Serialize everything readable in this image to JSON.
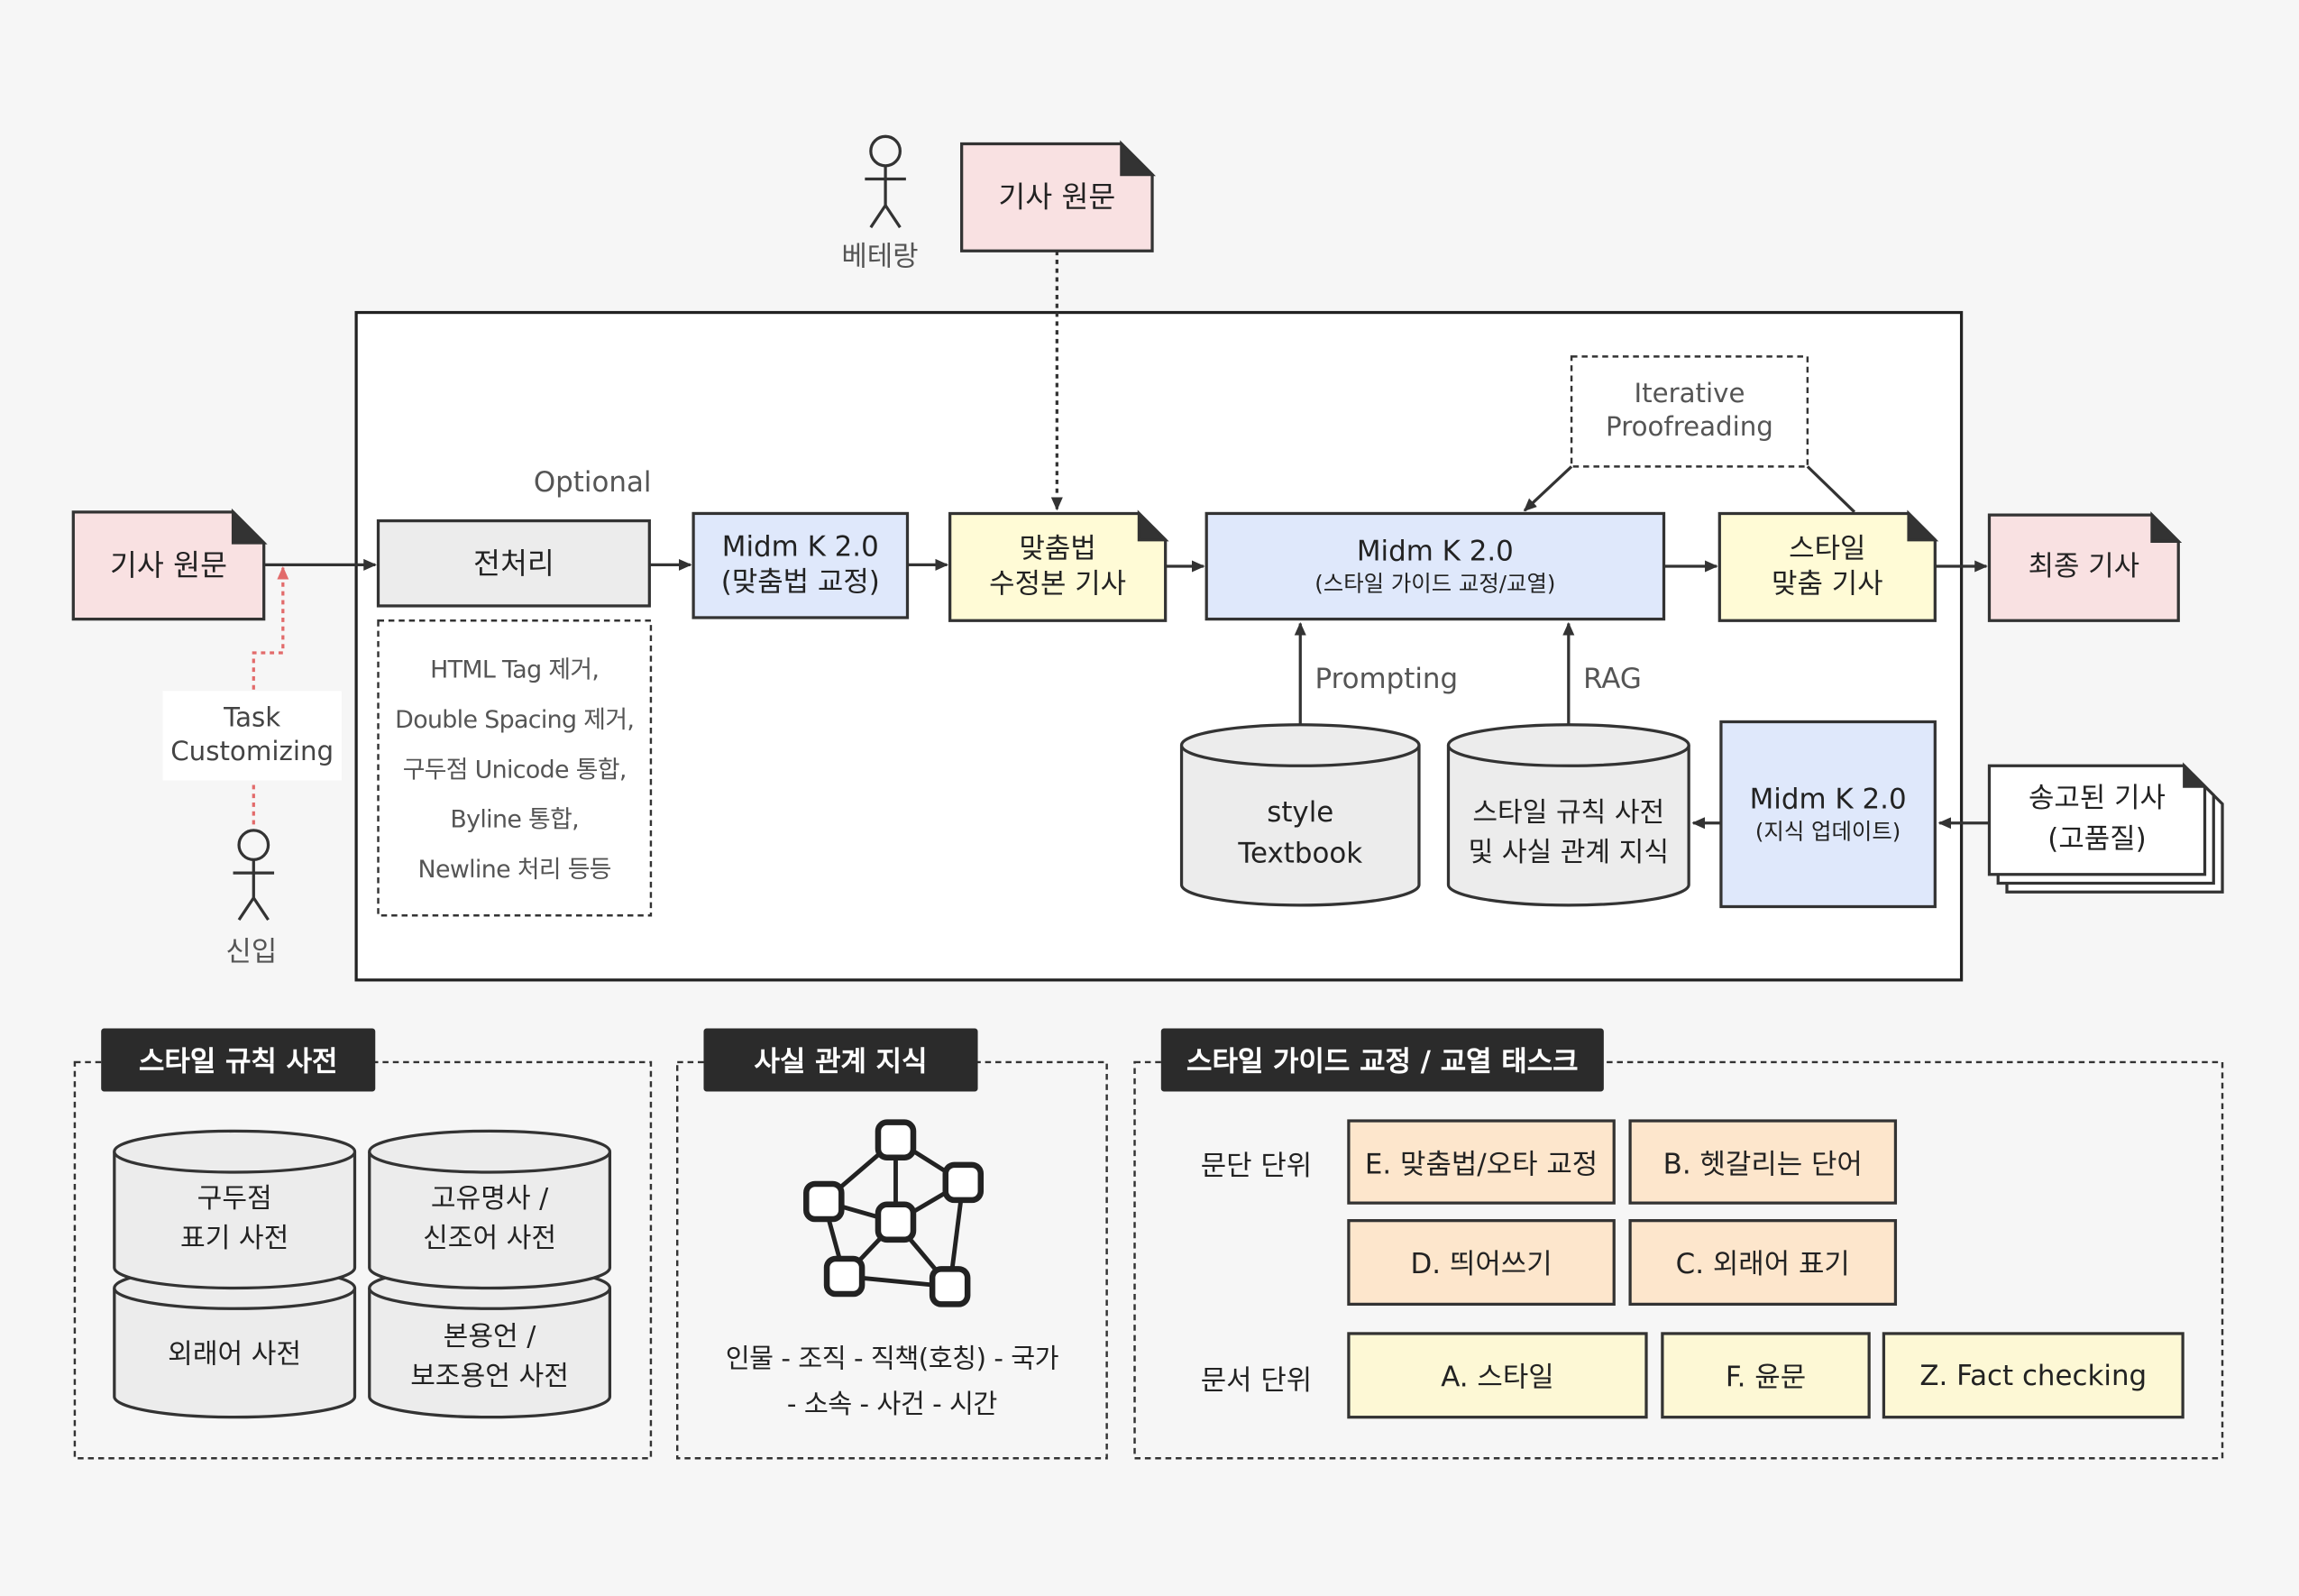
{
  "colors": {
    "pink": "#f9e1e2",
    "yellow": "#fffbd6",
    "blue": "#dfe8fb",
    "orange": "#fde6cc",
    "cream": "#fdf8d5",
    "gray": "#ececec",
    "tag": "#2b2b2b",
    "red_dashed": "#e26b6b"
  },
  "top": {
    "actor_top": "베테랑",
    "doc_top": "기사 원문",
    "input_doc": "기사 원문",
    "actor_left": "신입",
    "task_customizing": "Task\nCustomizing",
    "optional": "Optional",
    "preprocess": "전처리",
    "preprocess_steps": "HTML Tag 제거,\nDouble Spacing 제거,\n구두점 Unicode 통합,\nByline 통합,\nNewline 처리 등등",
    "midm_spell_title": "Midm K 2.0",
    "midm_spell_sub": "(맞춤법 교정)",
    "spell_doc": "맞춤법\n수정본 기사",
    "midm_style_title": "Midm K 2.0",
    "midm_style_sub": "(스타일 가이드 교정/교열)",
    "iterative": "Iterative\nProofreading",
    "style_doc": "스타일\n맞춤 기사",
    "final_doc": "최종 기사",
    "prompting": "Prompting",
    "rag": "RAG",
    "db_textbook": "style\nTextbook",
    "db_knowledge": "스타일 규칙 사전\n및 사실 관계 지식",
    "midm_know_title": "Midm K 2.0",
    "midm_know_sub": "(지식 업데이트)",
    "sent_docs": "송고된 기사\n(고품질)"
  },
  "bottom": {
    "dict_tag": "스타일 규칙 사전",
    "dict_items": [
      "구두점\n표기 사전",
      "고유명사 /\n신조어 사전",
      "외래어 사전",
      "본용언 /\n보조용언 사전"
    ],
    "fact_tag": "사실 관계 지식",
    "fact_caption": "인물 - 조직 - 직책(호칭) - 국가\n- 소속 - 사건 - 시간",
    "task_tag": "스타일 가이드 교정 / 교열 태스크",
    "row_para": "문단 단위",
    "row_doc": "문서 단위",
    "para_chips": [
      "E. 맞춤법/오타 교정",
      "B. 헷갈리는 단어",
      "D. 띄어쓰기",
      "C. 외래어 표기"
    ],
    "doc_chips": [
      "A. 스타일",
      "F. 윤문",
      "Z. Fact checking"
    ]
  }
}
